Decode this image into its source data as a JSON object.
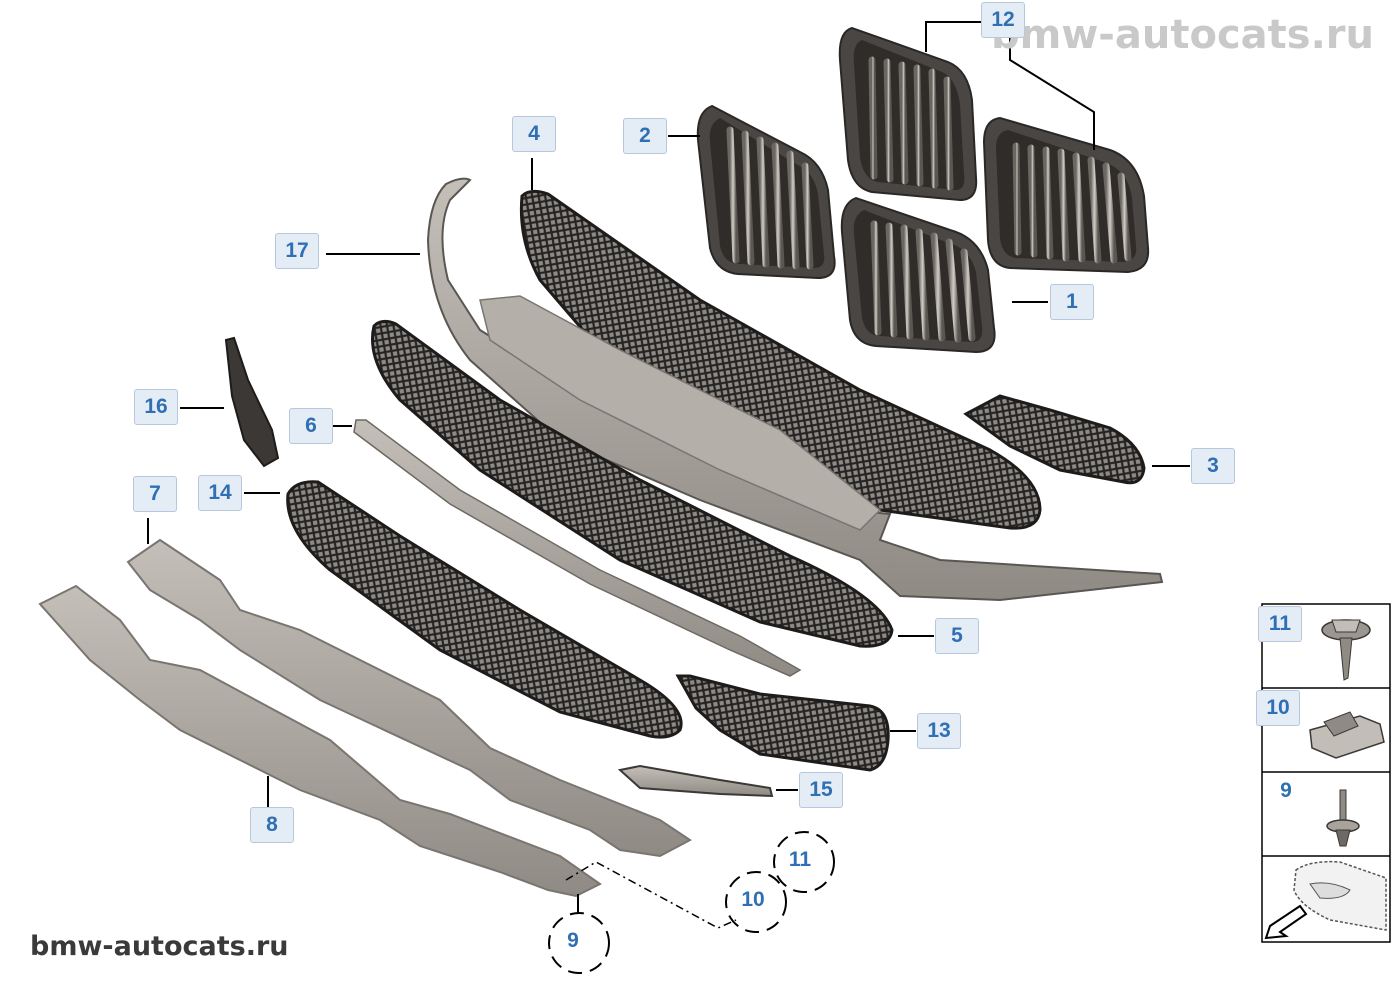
{
  "watermark": {
    "top": "bmw-autocats.ru",
    "bottom": "bmw-autocats.ru"
  },
  "callouts": {
    "c1": "1",
    "c2": "2",
    "c3": "3",
    "c4": "4",
    "c5": "5",
    "c6": "6",
    "c7": "7",
    "c8": "8",
    "c9": "9",
    "c10": "10",
    "c11": "11",
    "c12": "12",
    "c13": "13",
    "c14": "14",
    "c15": "15",
    "c16": "16",
    "c17": "17"
  },
  "side_panel": {
    "fastener_11": "11",
    "clip_10": "10",
    "rivet_9": "9"
  },
  "colors": {
    "part_body": "#a8a39c",
    "part_dark": "#3b3836",
    "mesh": "#2e2c2b",
    "callout_bg": "#e4ecf6",
    "callout_text": "#2f6fb3"
  }
}
